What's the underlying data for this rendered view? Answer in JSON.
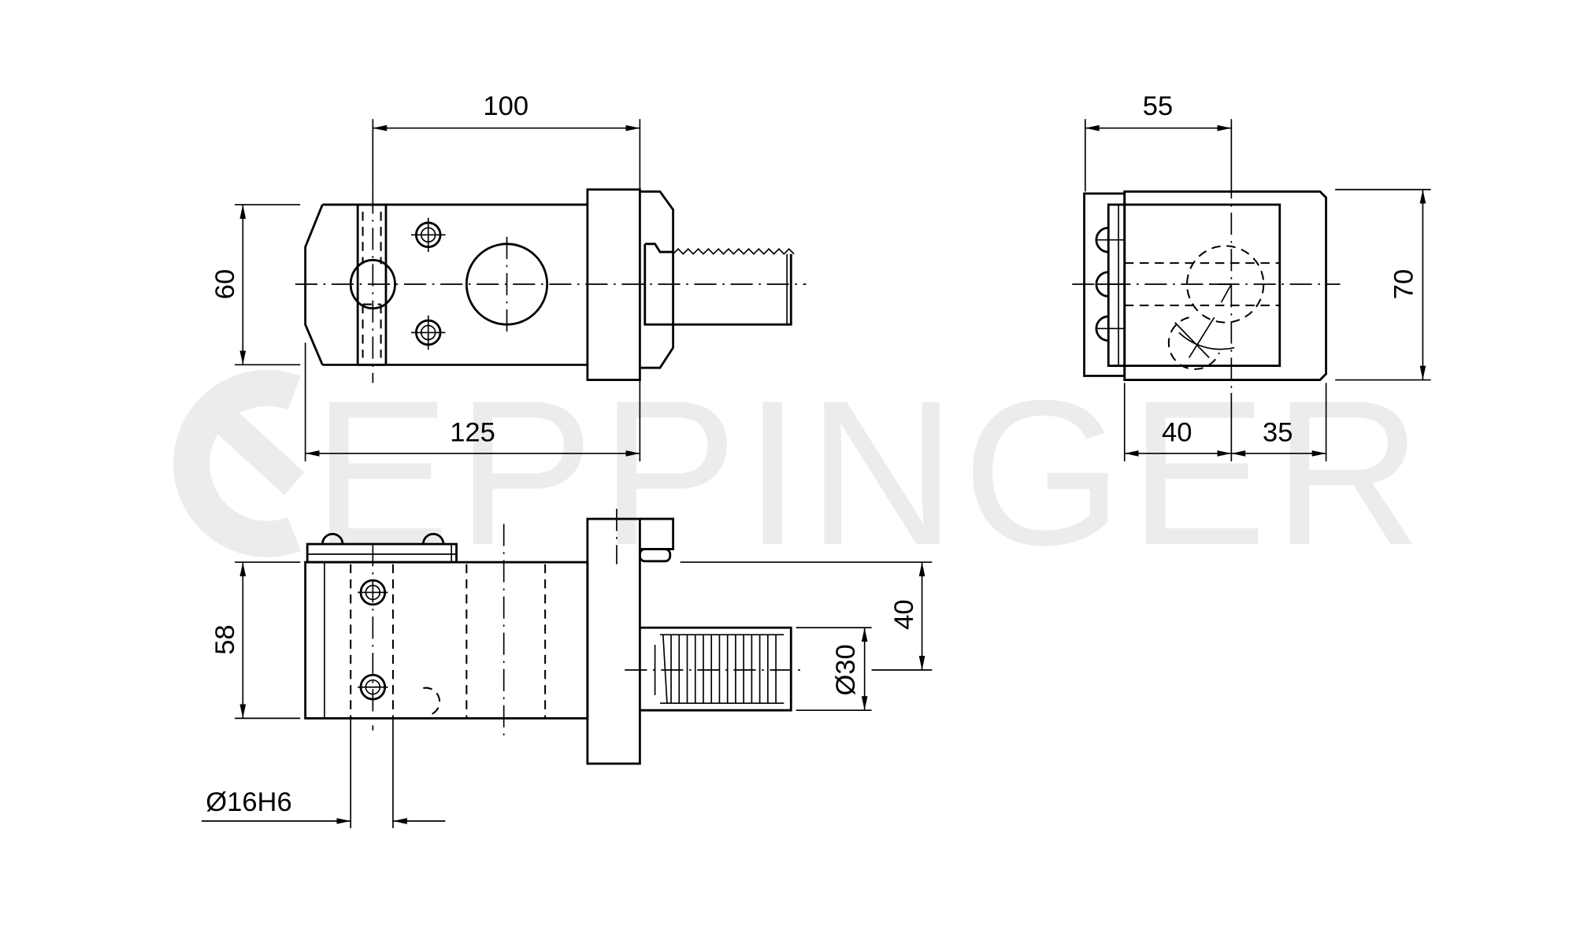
{
  "watermark": {
    "brand": "EPPINGER",
    "color": "#ececec"
  },
  "views": {
    "side_view": {
      "dim_length_top": "100",
      "dim_height": "60",
      "dim_length_total": "125"
    },
    "end_view": {
      "dim_width": "55",
      "dim_height": "70",
      "dim_left": "40",
      "dim_right": "35"
    },
    "top_view": {
      "dim_height": "58",
      "dim_center": "40",
      "dim_shank_diameter": "Ø30",
      "dim_bore": "Ø16H6"
    }
  },
  "colors": {
    "line": "#000000",
    "background": "#ffffff"
  }
}
